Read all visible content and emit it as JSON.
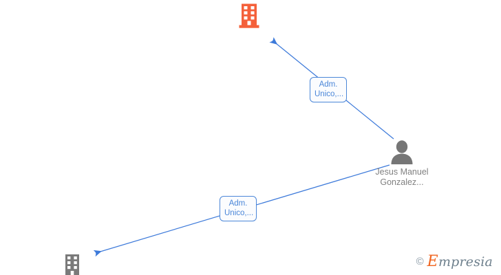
{
  "diagram": {
    "type": "organization-relationship-graph",
    "background_color": "#ffffff",
    "nodes": [
      {
        "id": "company-top",
        "icon": "building-icon",
        "icon_color": "#f4603a",
        "label": ""
      },
      {
        "id": "person",
        "icon": "person-icon",
        "icon_color": "#767676",
        "label": "Jesus Manuel Gonzalez...",
        "label_lines": [
          "Jesus",
          "Manuel",
          "Gonzalez..."
        ],
        "label_color": "#808080"
      },
      {
        "id": "company-bottom",
        "icon": "building-icon",
        "icon_color": "#7a7a7a",
        "label": ""
      }
    ],
    "edges": [
      {
        "id": "edge-person-to-company-top",
        "from": "person",
        "to": "company-top",
        "color": "#4a86d8",
        "label_lines": [
          "Adm.",
          "Unico,..."
        ]
      },
      {
        "id": "edge-person-to-company-bottom",
        "from": "person",
        "to": "company-bottom",
        "color": "#4a86d8",
        "label_lines": [
          "Adm.",
          "Unico,..."
        ]
      }
    ]
  },
  "edge_labels": {
    "top": {
      "line1": "Adm.",
      "line2": "Unico,..."
    },
    "bottom": {
      "line1": "Adm.",
      "line2": "Unico,..."
    }
  },
  "person_label": {
    "line1": "Jesus",
    "line2": "Manuel",
    "line3": "Gonzalez..."
  },
  "watermark": {
    "copyright": "©",
    "brand_initial": "E",
    "brand_rest": "mpresia",
    "brand": "Empresia",
    "initial_color": "#f0641f",
    "text_color": "#6d7f8c"
  }
}
